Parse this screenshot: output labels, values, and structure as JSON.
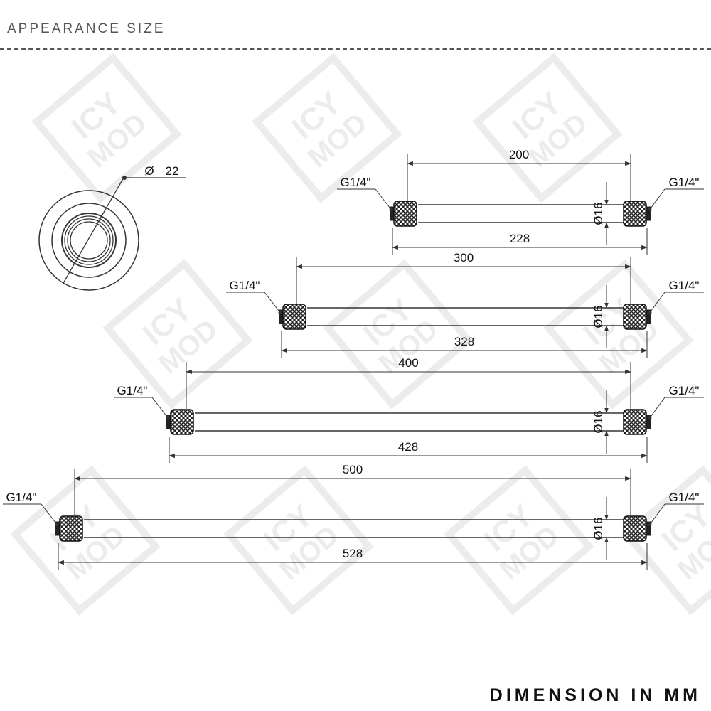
{
  "header": {
    "title": "APPEARANCE SIZE"
  },
  "footer": {
    "note": "DIMENSION IN MM"
  },
  "watermark": {
    "line1": "ICY",
    "line2": "MOD",
    "color": "#dddddd"
  },
  "end_view": {
    "diameter_symbol": "Ø",
    "diameter": "22"
  },
  "tubes": [
    {
      "inner": "200",
      "overall": "228",
      "diameter": "16",
      "left_thread": "G1/4\"",
      "right_thread": "G1/4\""
    },
    {
      "inner": "300",
      "overall": "328",
      "diameter": "16",
      "left_thread": "G1/4\"",
      "right_thread": "G1/4\""
    },
    {
      "inner": "400",
      "overall": "428",
      "diameter": "16",
      "left_thread": "G1/4\"",
      "right_thread": "G1/4\""
    },
    {
      "inner": "500",
      "overall": "528",
      "diameter": "16",
      "left_thread": "G1/4\"",
      "right_thread": "G1/4\""
    }
  ],
  "colors": {
    "line": "#333333",
    "text": "#111111"
  }
}
